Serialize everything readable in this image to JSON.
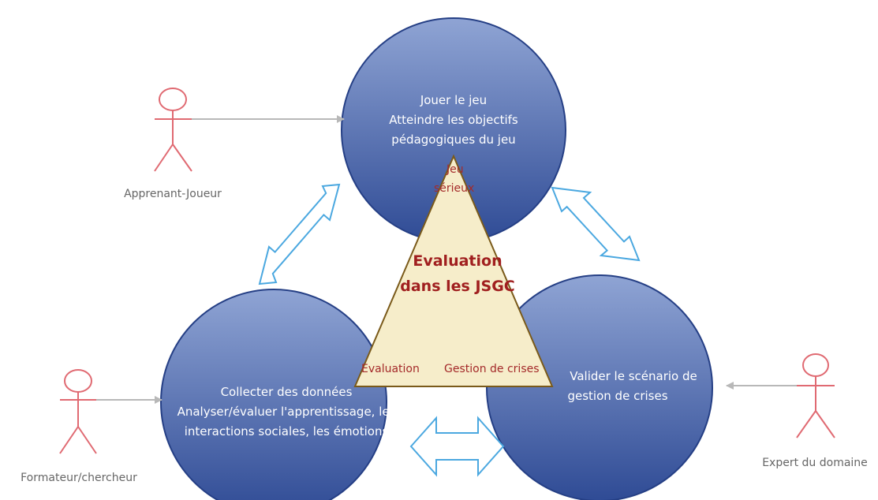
{
  "colors": {
    "circle_fill_top": "#8fa4d4",
    "circle_fill_bottom": "#2f4b95",
    "circle_stroke": "#253f85",
    "triangle_fill": "#f6edca",
    "triangle_stroke": "#7a5a1a",
    "actor": "#e06a72",
    "connector": "#b8b8b8",
    "double_arrow": "#4ba8e0",
    "title_red": "#a01f1f"
  },
  "circles": {
    "top": {
      "lines": [
        "Jouer le jeu",
        "Atteindre les objectifs",
        "pédagogiques du jeu"
      ]
    },
    "left": {
      "lines": [
        "Collecter des données",
        "Analyser/évaluer l'apprentissage, les",
        "interactions sociales, les émotions"
      ]
    },
    "right": {
      "lines": [
        "Valider le scénario de",
        "gestion de crises"
      ]
    }
  },
  "triangle": {
    "title_line1": "Evaluation",
    "title_line2": "dans les JSGC",
    "top_label_line1": "Jeu",
    "top_label_line2": "sérieux",
    "left_label": "Evaluation",
    "right_label": "Gestion de crises"
  },
  "actors": {
    "learner": {
      "label": "Apprenant-Joueur",
      "icon": "stick-figure-icon"
    },
    "trainer": {
      "label": "Formateur/chercheur",
      "icon": "stick-figure-icon"
    },
    "expert": {
      "label": "Expert du domaine",
      "icon": "stick-figure-icon"
    }
  }
}
